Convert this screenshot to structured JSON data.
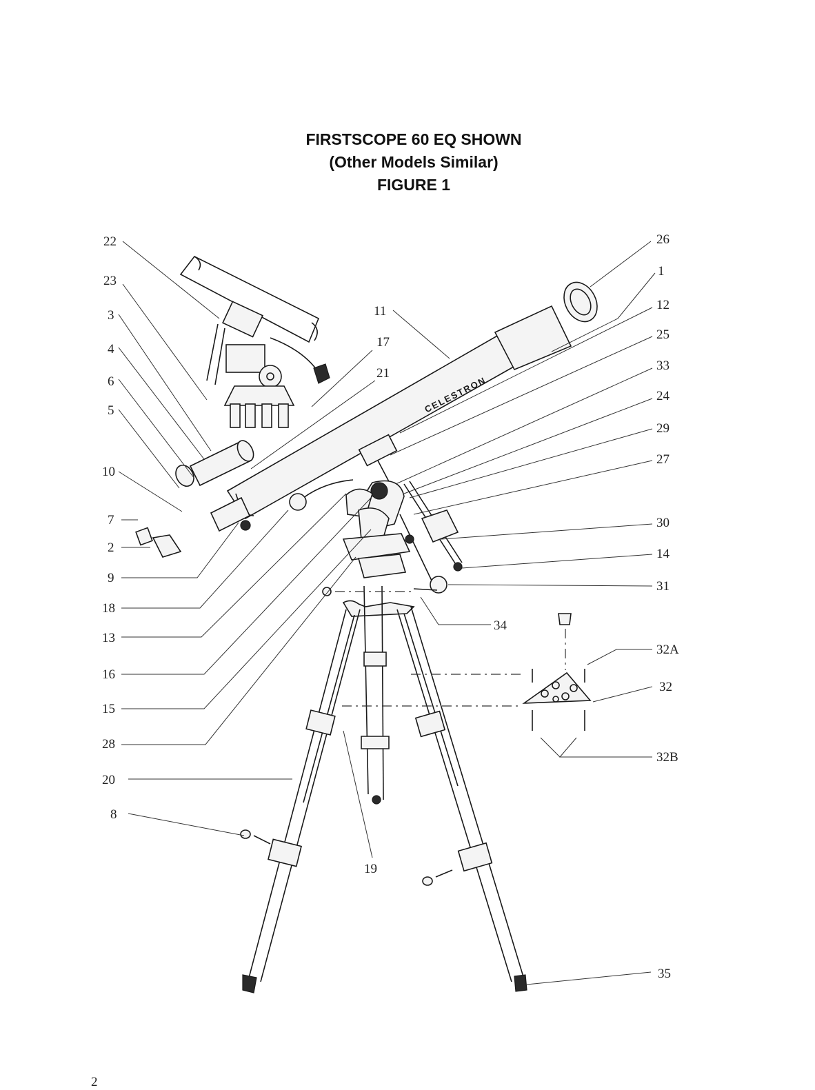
{
  "title": {
    "line1": "FIRSTSCOPE 60 EQ SHOWN",
    "line2": "(Other Models Similar)",
    "line3": "FIGURE 1"
  },
  "brand_on_tube": "CELESTRON",
  "callouts": {
    "left": [
      "22",
      "23",
      "3",
      "4",
      "6",
      "5",
      "10",
      "7",
      "2",
      "9",
      "18",
      "13",
      "16",
      "15",
      "28",
      "20",
      "8"
    ],
    "right": [
      "26",
      "1",
      "12",
      "25",
      "33",
      "24",
      "29",
      "27",
      "30",
      "14",
      "31",
      "32A",
      "32",
      "32B",
      "35"
    ],
    "middle": [
      "11",
      "17",
      "21",
      "34",
      "19"
    ]
  },
  "page_number": "2"
}
